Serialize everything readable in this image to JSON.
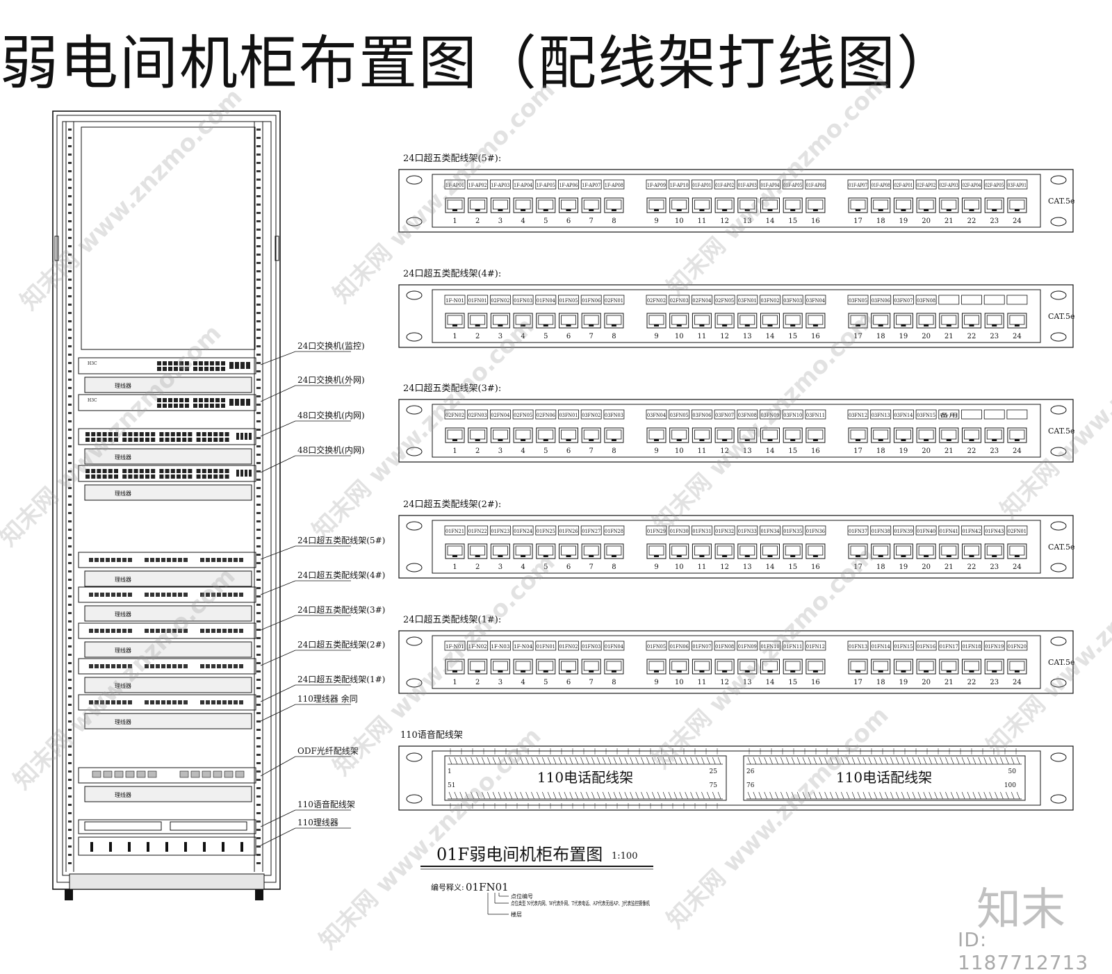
{
  "title": "弱电间机柜布置图（配线架打线图）",
  "rack_labels": [
    "24口交换机(监控)",
    "24口交换机(外网)",
    "48口交换机(内网)",
    "48口交换机(内网)",
    "24口超五类配线架(5#)",
    "24口超五类配线架(4#)",
    "24口超五类配线架(3#)",
    "24口超五类配线架(2#)",
    "24口超五类配线架(1#)",
    "110理线器 余同",
    "ODF光纤配线架",
    "110语音配线架",
    "110理线器"
  ],
  "manager_label": "理线器",
  "cat_label": "CAT.5e",
  "panels": [
    {
      "title": "24口超五类配线架(5#):",
      "labels": [
        "1F-AP01",
        "1F-AP02",
        "1F-AP03",
        "1F-AP04",
        "1F-AP05",
        "1F-AP06",
        "1F-AP07",
        "1F-AP08",
        "1F-AP09",
        "1F-AP10",
        "01F-AP01",
        "01F-AP02",
        "01F-AP03",
        "01F-AP04",
        "01F-AP05",
        "01F-AP06",
        "01F-AP07",
        "01F-AP08",
        "02F-AP01",
        "02F-AP02",
        "02F-AP03",
        "02F-AP04",
        "02F-AP05",
        "03F-AP01"
      ]
    },
    {
      "title": "24口超五类配线架(4#):",
      "labels": [
        "1F-N01",
        "01FN01",
        "02FN02",
        "01FN03",
        "01FN04",
        "01FN05",
        "01FN06",
        "02FN01",
        "02FN02",
        "02FN03",
        "02FN04",
        "02FN05",
        "03FN01",
        "03FN02",
        "03FN03",
        "03FN04",
        "03FN05",
        "03FN06",
        "03FN07",
        "03FN08",
        "",
        "",
        "",
        ""
      ]
    },
    {
      "title": "24口超五类配线架(3#):",
      "labels": [
        "02FN02",
        "02FN03",
        "02FN04",
        "02FN05",
        "02FN06",
        "03FN01",
        "03FN02",
        "03FN03",
        "03FN04",
        "03FN05",
        "03FN06",
        "03FN07",
        "03FN08",
        "03FN09",
        "03FN10",
        "03FN11",
        "03FN12",
        "03FN13",
        "03FN14",
        "03FN15",
        "备用",
        "",
        "",
        ""
      ]
    },
    {
      "title": "24口超五类配线架(2#):",
      "labels": [
        "01FN21",
        "01FN22",
        "01FN23",
        "01FN24",
        "01FN25",
        "01FN26",
        "01FN27",
        "01FN28",
        "01FN29",
        "01FN30",
        "01FN31",
        "01FN32",
        "01FN33",
        "01FN34",
        "01FN35",
        "01FN36",
        "01FN37",
        "01FN38",
        "01FN39",
        "01FN40",
        "01FN41",
        "01FN42",
        "01FN43",
        "02FN01"
      ]
    },
    {
      "title": "24口超五类配线架(1#):",
      "labels": [
        "1F-N01",
        "1F-N02",
        "1F-N03",
        "1F-N04",
        "01FN01",
        "01FN02",
        "01FN03",
        "01FN04",
        "01FN05",
        "01FN06",
        "01FN07",
        "01FN08",
        "01FN09",
        "01FN10",
        "01FN11",
        "01FN12",
        "01FN13",
        "01FN14",
        "01FN15",
        "01FN16",
        "01FN17",
        "01FN18",
        "01FN19",
        "01FN20"
      ]
    }
  ],
  "voice_panel": {
    "title": "110语音配线架",
    "block_label": "110电话配线架",
    "left_numbers": [
      "1",
      "25",
      "51",
      "75"
    ],
    "right_numbers": [
      "26",
      "50",
      "76",
      "100"
    ]
  },
  "plan": {
    "title": "01F弱电间机柜布置图",
    "scale": "1:100",
    "legend_prefix": "编号释义:",
    "legend_code": "01FN01",
    "legend_lines": [
      "点位编号",
      "点位类型 N代表内网、W代表外网、T代表电话、AP代表无线AP、J代表监控摄像机",
      "楼层"
    ]
  },
  "watermark": "知末网 www.znzmo.com",
  "brand": "知末",
  "image_id": "ID: 1187712713"
}
